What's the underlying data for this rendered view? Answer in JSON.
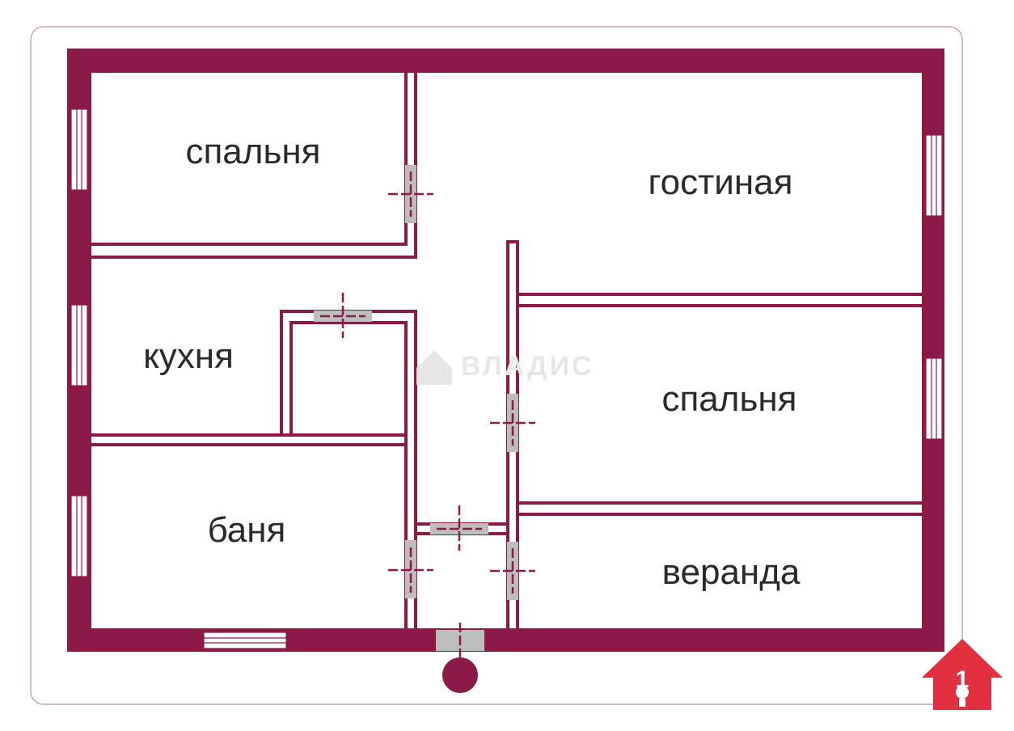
{
  "plan": {
    "colors": {
      "wall": "#8b1a47",
      "door": "#bdbdbd",
      "badge": "#e03040",
      "frame": "#c9a5b6"
    },
    "rooms": {
      "bedroom_top": "спальня",
      "living_room": "гостиная",
      "kitchen": "кухня",
      "bedroom_right": "спальня",
      "bath": "баня",
      "veranda": "веранда"
    },
    "watermark": "ВЛАДИС",
    "badge_digit": "1"
  }
}
